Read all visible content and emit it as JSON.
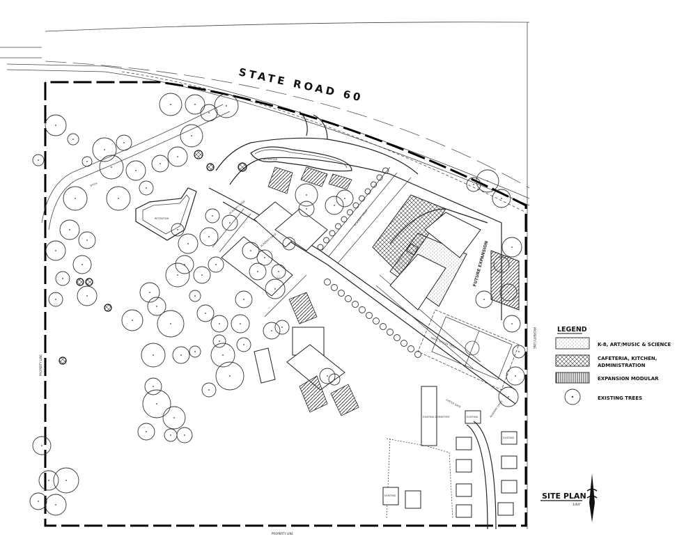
{
  "road": {
    "name": "STATE ROAD 60",
    "ditch_label": "DITCH"
  },
  "boundary": {
    "property_line_label": "PROPERTY LINE"
  },
  "legend": {
    "title": "LEGEND",
    "items": [
      {
        "label": "K-8, ART/MUSIC & SCIENCE",
        "pattern": "stipple"
      },
      {
        "label": "CAFETERIA, KITCHEN,",
        "label_line2": "ADMINISTRATION",
        "pattern": "crosshatch"
      },
      {
        "label": "EXPANSION MODULAR",
        "pattern": "vertical-lines"
      },
      {
        "label": "EXISTING TREES",
        "pattern": "circle"
      }
    ]
  },
  "title_block": {
    "title": "SITE PLAN",
    "scale": "1/64\""
  },
  "areas": {
    "future_expansion": "FUTURE EXPANSION",
    "field": "SMALL SOCCER FIELD",
    "drive_1": "ACADEMY DRIVE",
    "drive_2": "ACADEMY DRIVE",
    "drive_3": "ACADEMY DRIVE",
    "drive_4": "ACADEMY DRIVE",
    "cattle_gate": "CATTLE GATE",
    "retention_1": "RETENTION",
    "retention_2": "RETENTION",
    "dormitory": "EXISTING DORMITORY",
    "existing_1": "EXISTING",
    "existing_2": "EXISTING",
    "existing_3": "EXISTING"
  }
}
